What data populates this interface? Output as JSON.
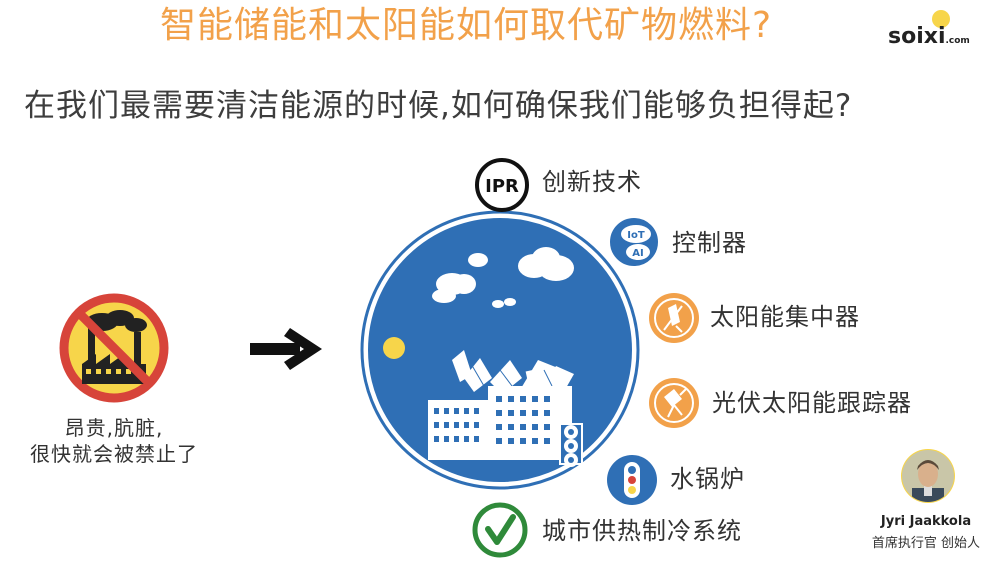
{
  "title": "智能储能和太阳能如何取代矿物燃料?",
  "subtitle": "在我们最需要清洁能源的时候,如何确保我们能够负担得起?",
  "logo": {
    "text_main": "soixi",
    "text_suffix": ".com"
  },
  "left": {
    "line1": "昂贵,肮脏,",
    "line2": "很快就会被禁止了"
  },
  "items": [
    {
      "label": "创新技术",
      "icon": "ipr-icon",
      "icon_text": "IPR"
    },
    {
      "label": "控制器",
      "icon": "iot-ai-icon",
      "icon_text_1": "IoT",
      "icon_text_2": "AI"
    },
    {
      "label": "太阳能集中器",
      "icon": "solar-concentrator-icon"
    },
    {
      "label": "光伏太阳能跟踪器",
      "icon": "solar-tracker-icon"
    },
    {
      "label": "水锅炉",
      "icon": "water-boiler-icon"
    },
    {
      "label": "城市供热制冷系统",
      "icon": "checkmark-icon"
    }
  ],
  "person": {
    "name": "Jyri Jaakkola",
    "title": "首席执行官 创始人"
  },
  "colors": {
    "title": "#f2a14a",
    "blue": "#2f6fb5",
    "orange": "#f2a14a",
    "green": "#2f8a3a",
    "red": "#d7443a",
    "yellow": "#f7d54a"
  }
}
